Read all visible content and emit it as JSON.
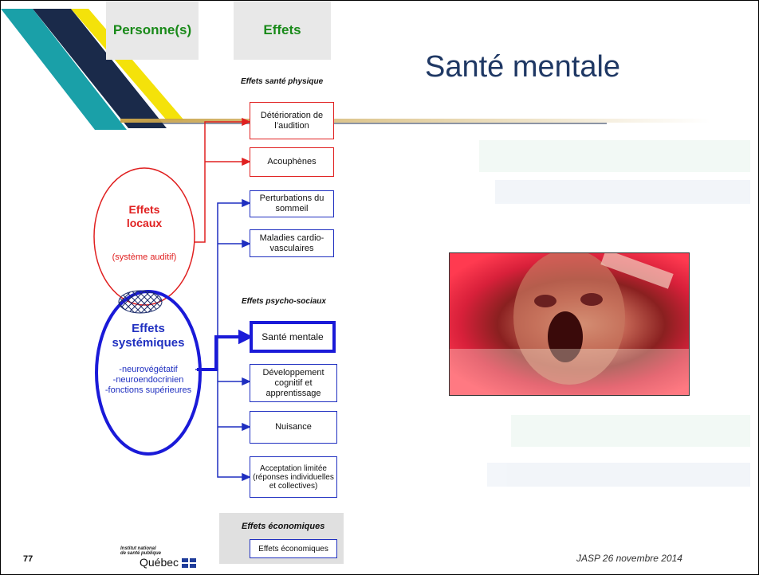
{
  "header": {
    "col1": "Personne(s)",
    "col2": "Effets"
  },
  "slide_title": "Santé mentale",
  "sections": {
    "physique": "Effets santé physique",
    "psycho": "Effets psycho-sociaux",
    "economiques": "Effets économiques"
  },
  "boxes": {
    "deterioration": "Détérioration de l’audition",
    "acouphenes": "Acouphènes",
    "sommeil": "Perturbations du sommeil",
    "cardio": "Maladies cardio-vasculaires",
    "sante_mentale": "Santé mentale",
    "developpement": "Développement cognitif et apprentissage",
    "nuisance": "Nuisance",
    "acceptation": "Acceptation limitée (réponses individuelles et collectives)",
    "economiques": "Effets économiques"
  },
  "ovals": {
    "locaux_title": "Effets locaux",
    "locaux_sub": "(système auditif)",
    "systemiques_title": "Effets systémiques",
    "systemiques_items": [
      "-neurovégétatif",
      "-neuroendocrinien",
      "-fonctions supérieures"
    ]
  },
  "footer": {
    "slide_number": "77",
    "date": "JASP 26 novembre 2014",
    "logo_line1": "Institut national",
    "logo_line2": "de santé publique",
    "logo_name": "Québec"
  },
  "colors": {
    "red": "#e02020",
    "blue": "#1f2fc0",
    "green": "#1a8a1a",
    "title": "#1f3864"
  }
}
